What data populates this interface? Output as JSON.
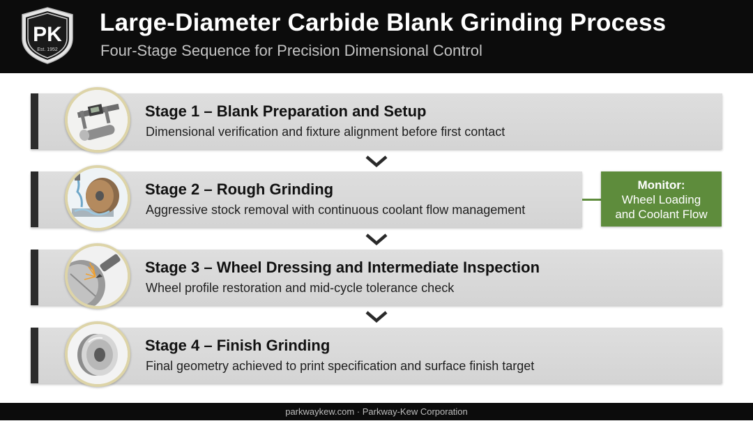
{
  "header": {
    "logo": {
      "letters": "PK",
      "established": "Est. 1952"
    },
    "title": "Large-Diameter Carbide Blank Grinding Process",
    "subtitle": "Four-Stage Sequence for Precision Dimensional Control"
  },
  "stages": [
    {
      "title": "Stage 1 – Blank Preparation and Setup",
      "description": "Dimensional verification and fixture alignment before first contact",
      "icon": "caliper-icon"
    },
    {
      "title": "Stage 2 – Rough Grinding",
      "description": "Aggressive stock removal with continuous coolant flow management",
      "icon": "grinding-wheel-coolant-icon"
    },
    {
      "title": "Stage 3 – Wheel Dressing and Intermediate Inspection",
      "description": "Wheel profile restoration and mid-cycle tolerance check",
      "icon": "wheel-dresser-icon"
    },
    {
      "title": "Stage 4 – Finish Grinding",
      "description": "Final geometry achieved to print specification and surface finish target",
      "icon": "finished-disc-icon"
    }
  ],
  "callout": {
    "title": "Monitor:",
    "lines": [
      "Wheel Loading",
      "and Coolant Flow"
    ]
  },
  "footer": {
    "text": "parkwaykew.com · Parkway-Kew Corporation"
  },
  "colors": {
    "header_bg": "#0c0c0c",
    "stage_bg": "#d9d9d9",
    "accent_bar": "#2c2c2c",
    "callout_green": "#5e8c3c",
    "icon_ring": "#ddd4a8"
  }
}
